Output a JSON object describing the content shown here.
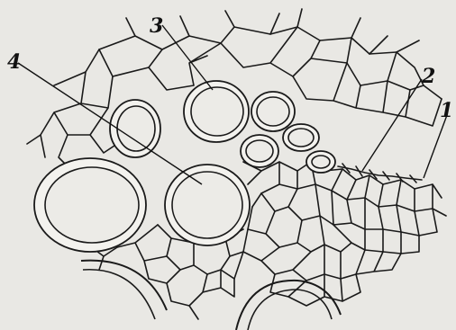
{
  "labels": [
    {
      "id": "label-1",
      "text": "1"
    },
    {
      "id": "label-2",
      "text": "2"
    },
    {
      "id": "label-3",
      "text": "3"
    },
    {
      "id": "label-4",
      "text": "4"
    }
  ]
}
